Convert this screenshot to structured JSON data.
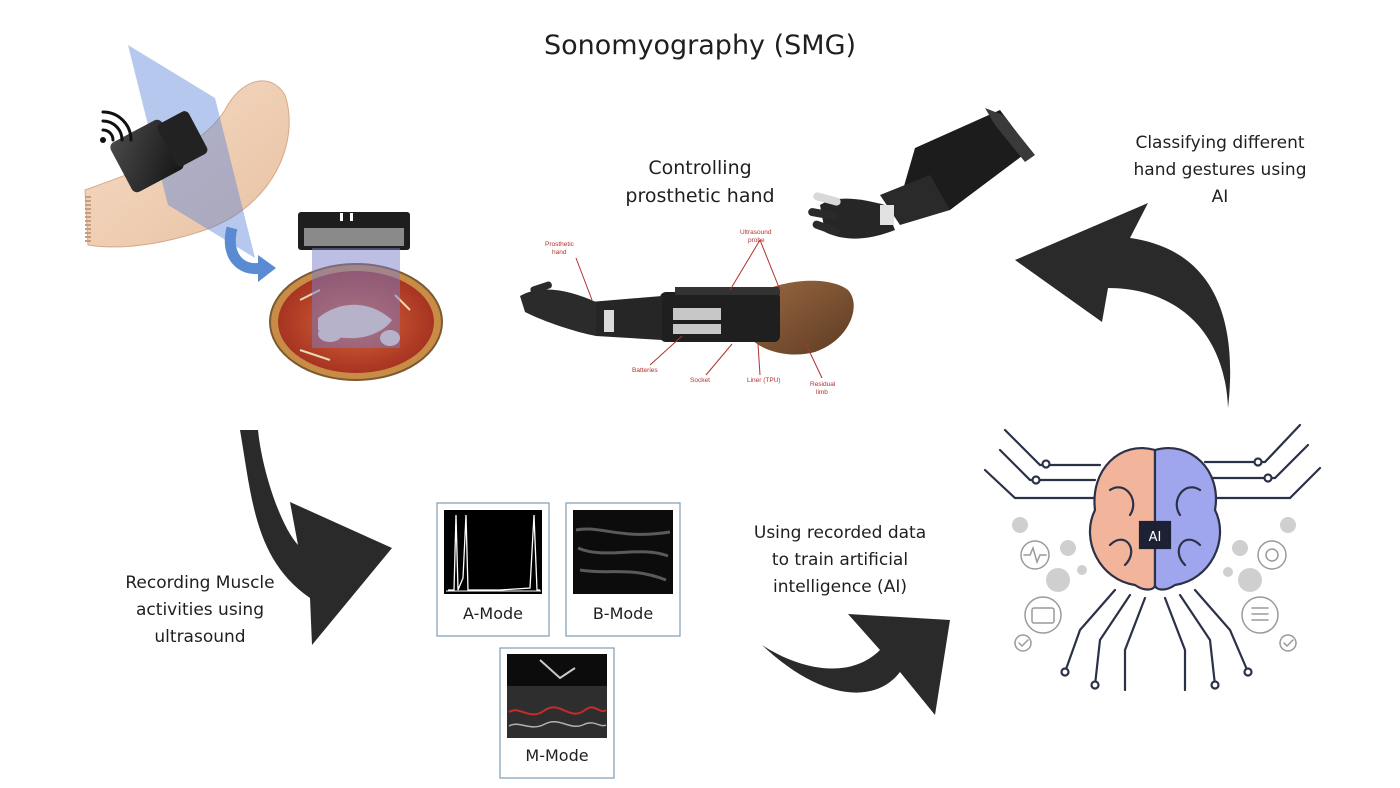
{
  "title": "Sonomyography (SMG)",
  "captions": {
    "control": [
      "Controlling",
      "prosthetic hand"
    ],
    "classify": [
      "Classifying different",
      "hand gestures using",
      "AI"
    ],
    "record": [
      "Recording Muscle",
      "activities using",
      "ultrasound"
    ],
    "train": [
      "Using recorded data",
      "to train artificial",
      "intelligence (AI)"
    ]
  },
  "modes": {
    "a": "A-Mode",
    "b": "B-Mode",
    "m": "M-Mode"
  },
  "prosthesis_parts": {
    "hand": [
      "Prosthetic",
      "hand"
    ],
    "probe": [
      "Ultrasound",
      "probe"
    ],
    "batteries": "Batteries",
    "socket": "Socket",
    "liner": "Liner (TPU)",
    "limb": [
      "Residual",
      "limb"
    ]
  },
  "brain_chip": "AI",
  "colors": {
    "arrow": "#2a2a2a",
    "brain_left": "#f3b49c",
    "brain_right": "#9fa6ee",
    "circuit": "#2b3147",
    "part_label": "#b0322e",
    "mode_frame": "#7f9bb8"
  }
}
